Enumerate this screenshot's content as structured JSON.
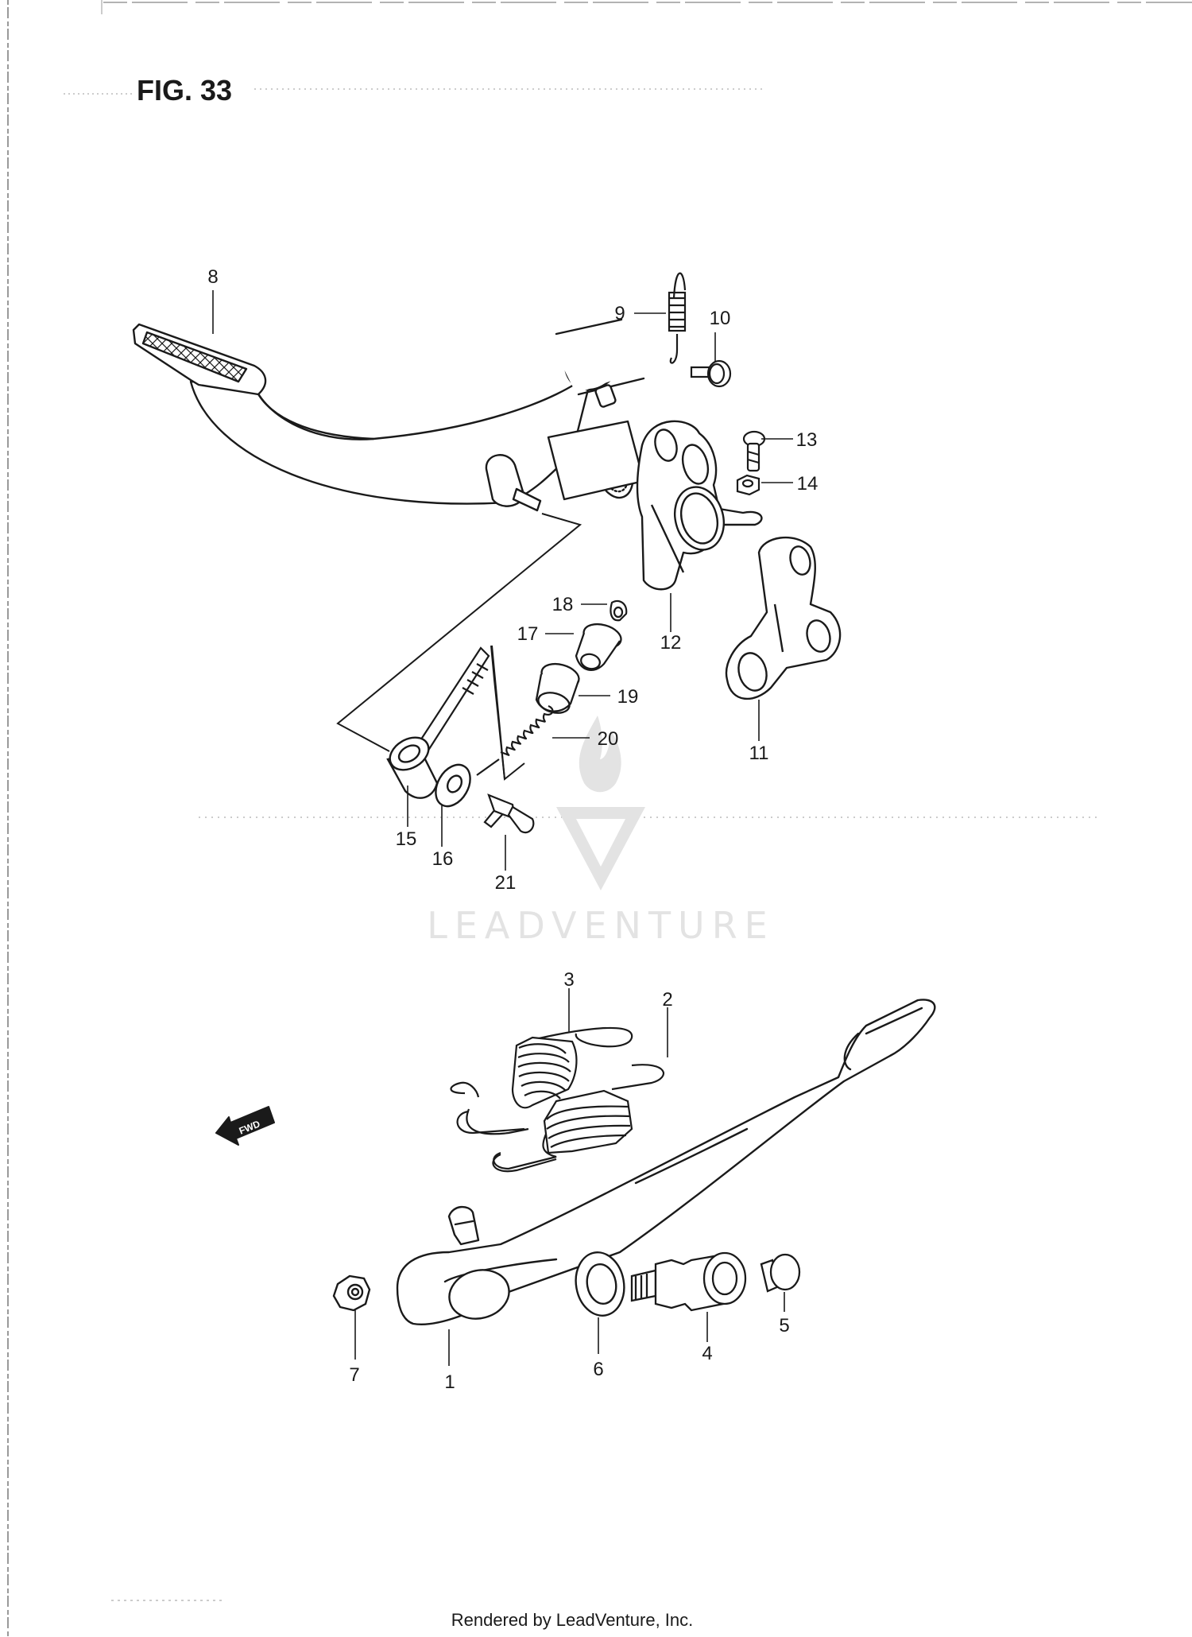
{
  "figure_title": "FIG. 33",
  "fwd_label": "FWD",
  "watermark_text": "LEADVENTURE",
  "footer_text": "Rendered by LeadVenture, Inc.",
  "colors": {
    "ink": "#1a1a1a",
    "watermark": "#e3e3e3",
    "paper": "#ffffff"
  },
  "parts": [
    {
      "id": "8",
      "label": "8",
      "name": "brake-pedal"
    },
    {
      "id": "9",
      "label": "9",
      "name": "brake-pedal-return-spring"
    },
    {
      "id": "10",
      "label": "10",
      "name": "spring-bolt"
    },
    {
      "id": "13",
      "label": "13",
      "name": "screw"
    },
    {
      "id": "14",
      "label": "14",
      "name": "nut"
    },
    {
      "id": "12",
      "label": "12",
      "name": "footrest-bracket"
    },
    {
      "id": "11",
      "label": "11",
      "name": "bracket"
    },
    {
      "id": "18",
      "label": "18",
      "name": "cap"
    },
    {
      "id": "17",
      "label": "17",
      "name": "pivot-pin"
    },
    {
      "id": "19",
      "label": "19",
      "name": "spacer"
    },
    {
      "id": "20",
      "label": "20",
      "name": "spring"
    },
    {
      "id": "15",
      "label": "15",
      "name": "bushing"
    },
    {
      "id": "16",
      "label": "16",
      "name": "washer"
    },
    {
      "id": "21",
      "label": "21",
      "name": "bolt"
    },
    {
      "id": "3",
      "label": "3",
      "name": "stand-spring-outer"
    },
    {
      "id": "2",
      "label": "2",
      "name": "stand-spring-inner"
    },
    {
      "id": "1",
      "label": "1",
      "name": "side-stand"
    },
    {
      "id": "6",
      "label": "6",
      "name": "stand-washer"
    },
    {
      "id": "4",
      "label": "4",
      "name": "stand-pivot-bolt"
    },
    {
      "id": "5",
      "label": "5",
      "name": "stand-cap"
    },
    {
      "id": "7",
      "label": "7",
      "name": "stand-nut"
    }
  ]
}
